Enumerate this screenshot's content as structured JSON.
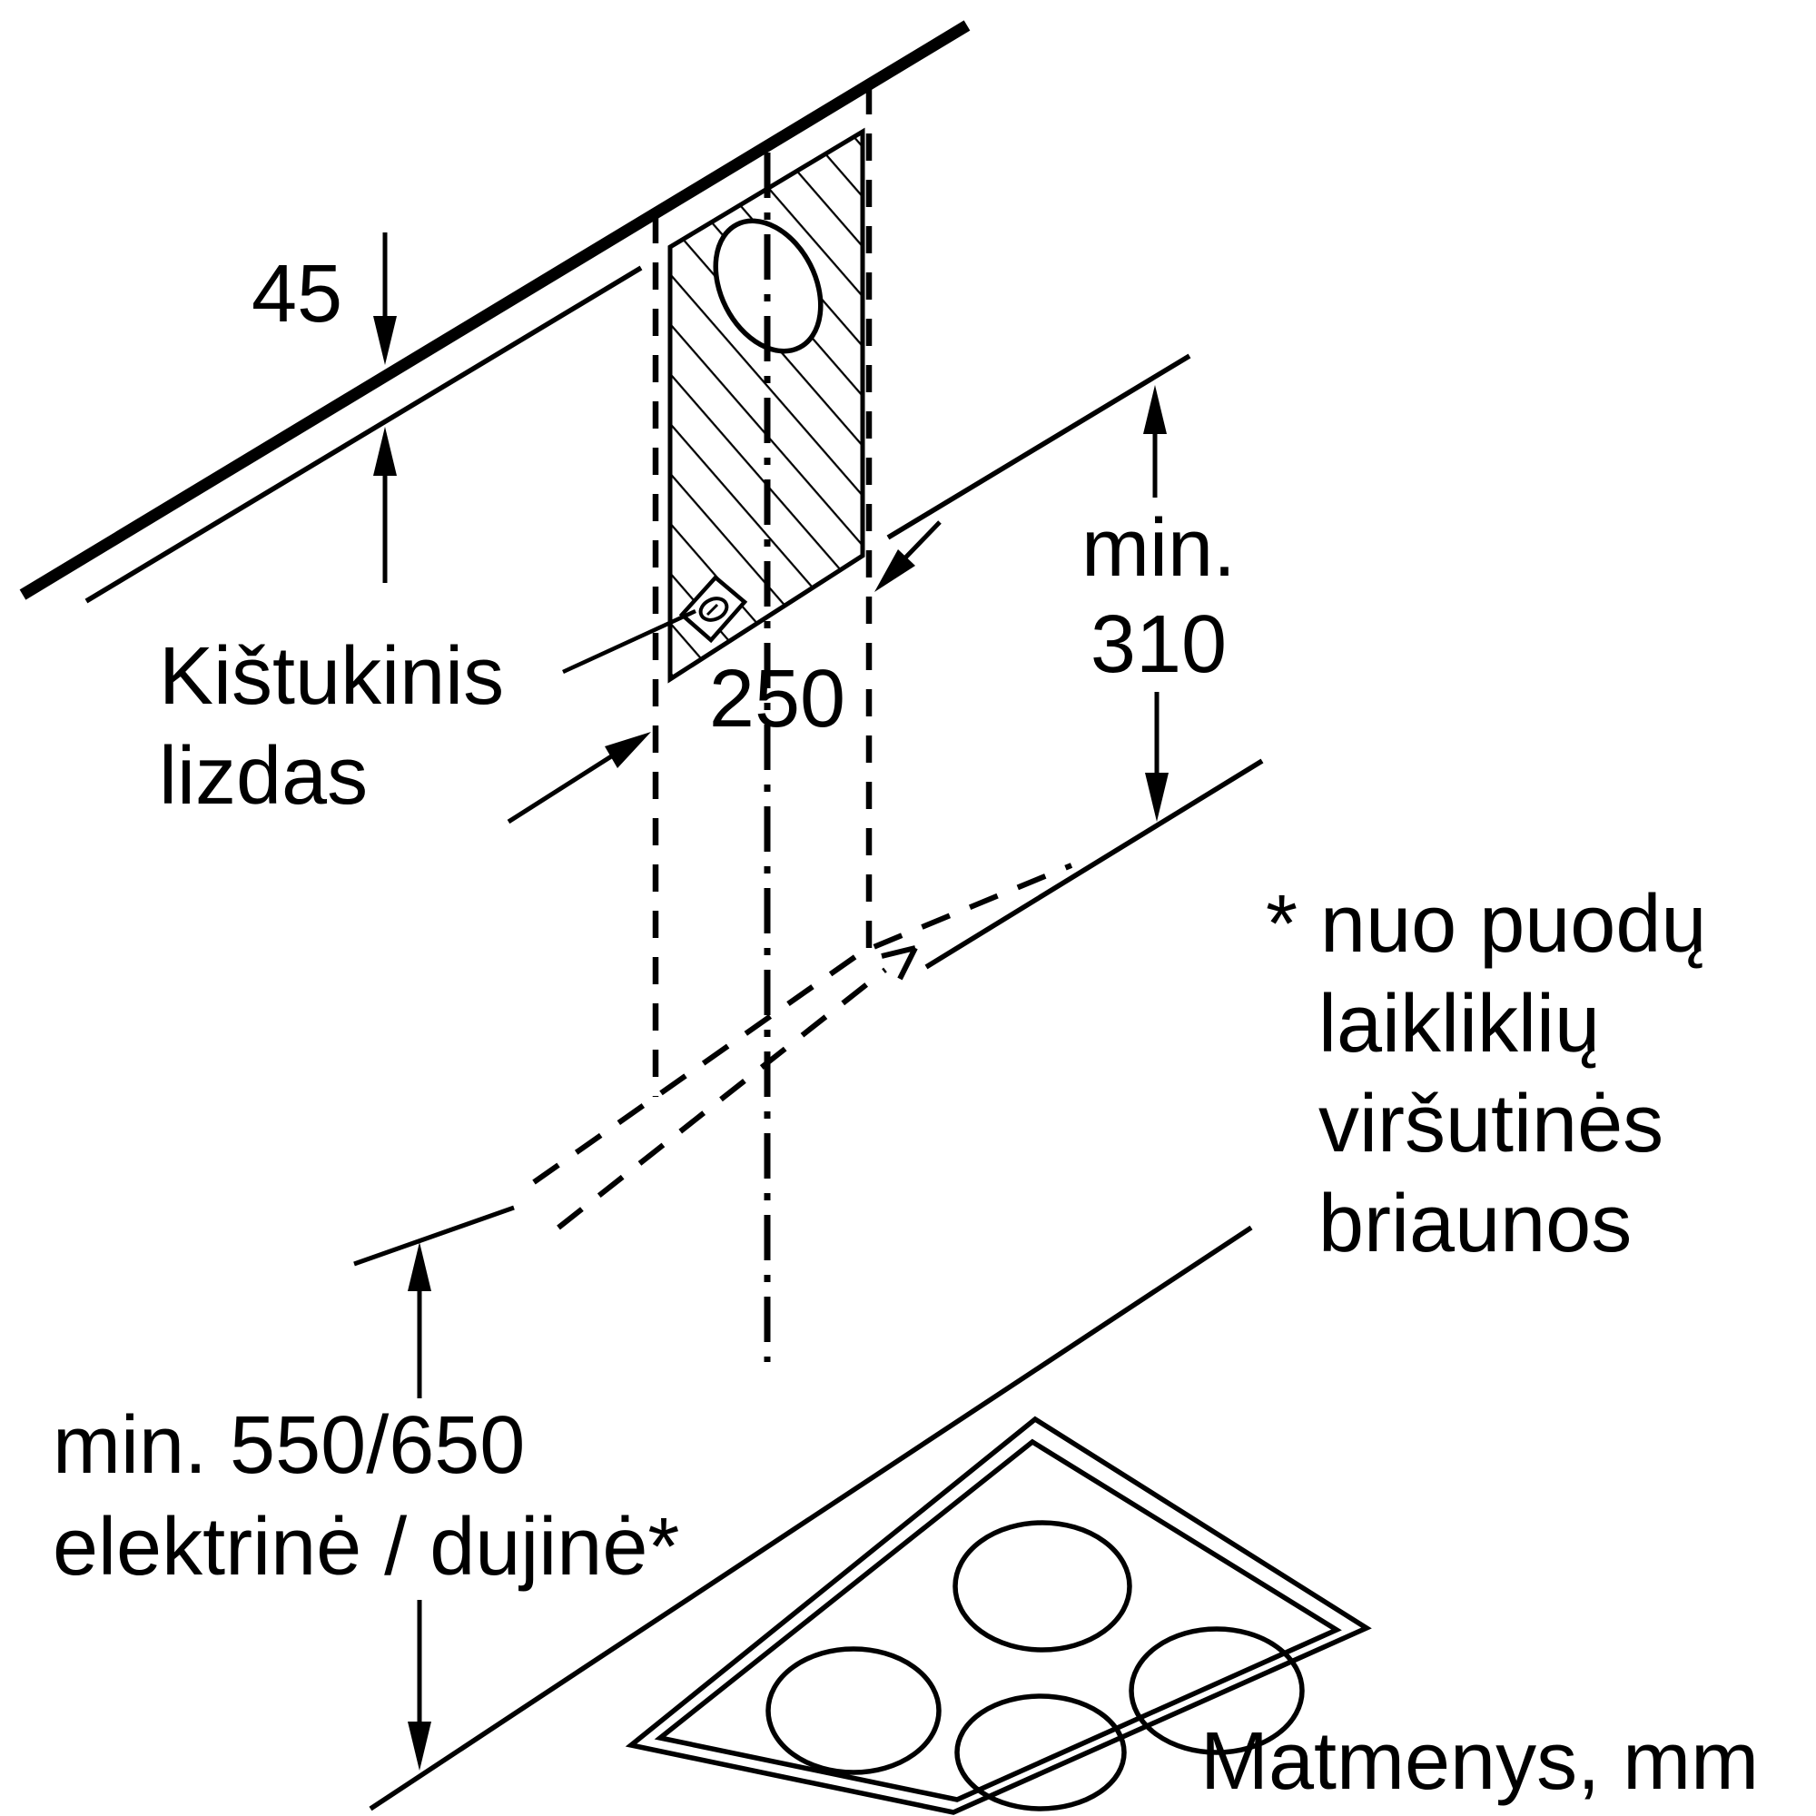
{
  "colors": {
    "ink": "#000000",
    "paper": "#ffffff"
  },
  "diagram": {
    "title_hint": "cooker hood installation dimensions",
    "dim_ceiling_gap": "45",
    "socket_label_line1": "Kištukinis",
    "socket_label_line2": "lizdas",
    "dim_duct_width": "250",
    "dim_min_label": "min.",
    "dim_min_value": "310",
    "note_line1": "* nuo puodų",
    "note_line2": "laikliklių",
    "note_line3": "viršutinės",
    "note_line4": "briaunos",
    "dim_height_line1": "min. 550/650",
    "dim_height_line2": "elektrinė / dujinė*",
    "units_caption": "Matmenys, mm"
  }
}
